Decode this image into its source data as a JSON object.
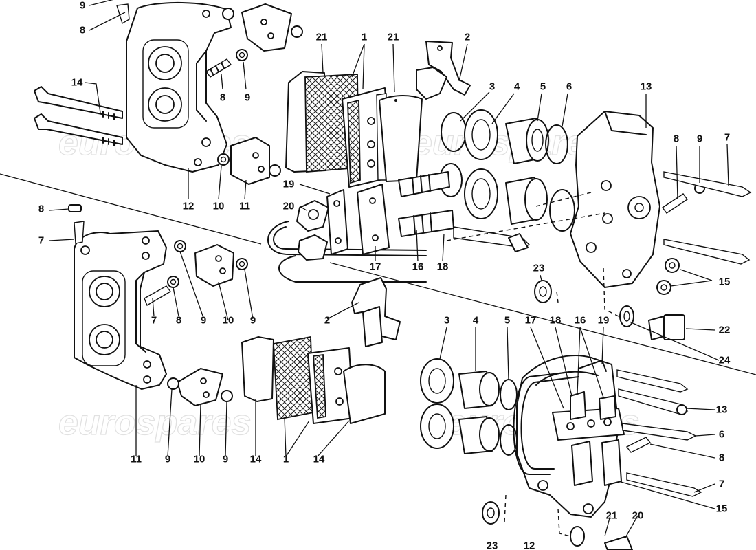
{
  "watermark": {
    "text": "eurospares"
  },
  "callouts": [
    {
      "id": "c-top-9",
      "text": "9"
    },
    {
      "id": "c-top-8",
      "text": "8"
    },
    {
      "id": "c-14a",
      "text": "14"
    },
    {
      "id": "c-8b",
      "text": "8"
    },
    {
      "id": "c-9b",
      "text": "9"
    },
    {
      "id": "c-12a",
      "text": "12"
    },
    {
      "id": "c-10a",
      "text": "10"
    },
    {
      "id": "c-11a",
      "text": "11"
    },
    {
      "id": "c-21a",
      "text": "21"
    },
    {
      "id": "c-1a",
      "text": "1"
    },
    {
      "id": "c-21b",
      "text": "21"
    },
    {
      "id": "c-2a",
      "text": "2"
    },
    {
      "id": "c-3a",
      "text": "3"
    },
    {
      "id": "c-4a",
      "text": "4"
    },
    {
      "id": "c-5a",
      "text": "5"
    },
    {
      "id": "c-6a",
      "text": "6"
    },
    {
      "id": "c-13a",
      "text": "13"
    },
    {
      "id": "c-8c",
      "text": "8"
    },
    {
      "id": "c-9c",
      "text": "9"
    },
    {
      "id": "c-7a",
      "text": "7"
    },
    {
      "id": "c-19a",
      "text": "19"
    },
    {
      "id": "c-20a",
      "text": "20"
    },
    {
      "id": "c-17a",
      "text": "17"
    },
    {
      "id": "c-16a",
      "text": "16"
    },
    {
      "id": "c-18a",
      "text": "18"
    },
    {
      "id": "c-23a",
      "text": "23"
    },
    {
      "id": "c-15a",
      "text": "15"
    },
    {
      "id": "c-22a",
      "text": "22"
    },
    {
      "id": "c-24a",
      "text": "24"
    },
    {
      "id": "c-8d",
      "text": "8"
    },
    {
      "id": "c-7b",
      "text": "7"
    },
    {
      "id": "c-7c",
      "text": "7"
    },
    {
      "id": "c-8e",
      "text": "8"
    },
    {
      "id": "c-9d",
      "text": "9"
    },
    {
      "id": "c-10b",
      "text": "10"
    },
    {
      "id": "c-9e",
      "text": "9"
    },
    {
      "id": "c-2b",
      "text": "2"
    },
    {
      "id": "c-11b",
      "text": "11"
    },
    {
      "id": "c-9f",
      "text": "9"
    },
    {
      "id": "c-10c",
      "text": "10"
    },
    {
      "id": "c-9g",
      "text": "9"
    },
    {
      "id": "c-14b",
      "text": "14"
    },
    {
      "id": "c-1b",
      "text": "1"
    },
    {
      "id": "c-14c",
      "text": "14"
    },
    {
      "id": "c-3b",
      "text": "3"
    },
    {
      "id": "c-4b",
      "text": "4"
    },
    {
      "id": "c-5b",
      "text": "5"
    },
    {
      "id": "c-17b",
      "text": "17"
    },
    {
      "id": "c-18b",
      "text": "18"
    },
    {
      "id": "c-16b",
      "text": "16"
    },
    {
      "id": "c-19b",
      "text": "19"
    },
    {
      "id": "c-13b",
      "text": "13"
    },
    {
      "id": "c-6b",
      "text": "6"
    },
    {
      "id": "c-8f",
      "text": "8"
    },
    {
      "id": "c-7d",
      "text": "7"
    },
    {
      "id": "c-15b",
      "text": "15"
    },
    {
      "id": "c-21c",
      "text": "21"
    },
    {
      "id": "c-20b",
      "text": "20"
    },
    {
      "id": "c-23b",
      "text": "23"
    },
    {
      "id": "c-12b",
      "text": "12"
    }
  ]
}
